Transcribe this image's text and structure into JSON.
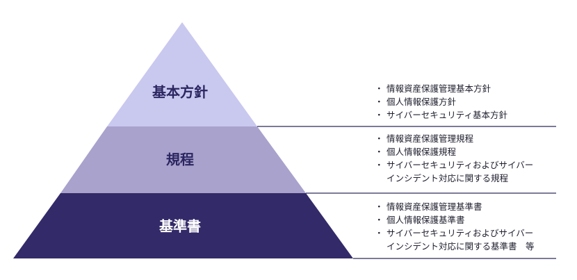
{
  "tiers": [
    {
      "label": "基本方針",
      "color": "#c9c8ef",
      "label_color": "#2b2660",
      "items": [
        "情報資産保護管理基本方針",
        "個人情報保護方針",
        "サイバーセキュリティ基本方針"
      ]
    },
    {
      "label": "規程",
      "color": "#a8a2cc",
      "label_color": "#2b2660",
      "items": [
        "情報資産保護管理規程",
        "個人情報保護規程",
        "サイバーセキュリティおよびサイバー\nインシデント対応に関する規程"
      ]
    },
    {
      "label": "基準書",
      "color": "#332a69",
      "label_color": "#ffffff",
      "items": [
        "情報資産保護管理基準書",
        "個人情報保護基準書",
        "サイバーセキュリティおよびサイバー\nインシデント対応に関する基準書　等"
      ]
    }
  ],
  "divider_color": "#2d2a5a"
}
